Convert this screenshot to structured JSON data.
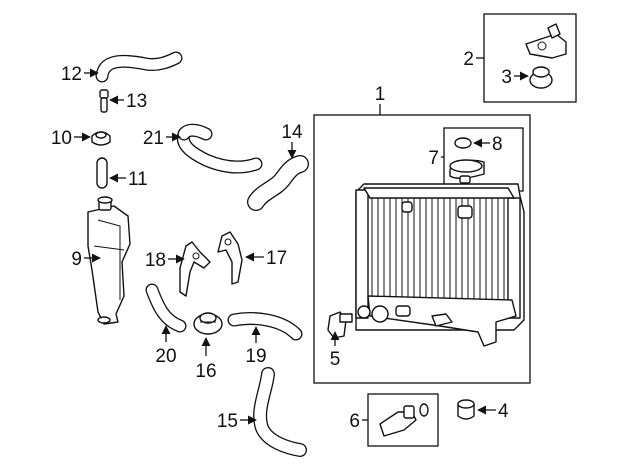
{
  "callouts": [
    {
      "id": "c1",
      "text": "1"
    },
    {
      "id": "c2",
      "text": "2"
    },
    {
      "id": "c3",
      "text": "3"
    },
    {
      "id": "c4",
      "text": "4"
    },
    {
      "id": "c5",
      "text": "5"
    },
    {
      "id": "c6",
      "text": "6"
    },
    {
      "id": "c7",
      "text": "7"
    },
    {
      "id": "c8",
      "text": "8"
    },
    {
      "id": "c9",
      "text": "9"
    },
    {
      "id": "c10",
      "text": "10"
    },
    {
      "id": "c11",
      "text": "11"
    },
    {
      "id": "c12",
      "text": "12"
    },
    {
      "id": "c13",
      "text": "13"
    },
    {
      "id": "c14",
      "text": "14"
    },
    {
      "id": "c15",
      "text": "15"
    },
    {
      "id": "c16",
      "text": "16"
    },
    {
      "id": "c17",
      "text": "17"
    },
    {
      "id": "c18",
      "text": "18"
    },
    {
      "id": "c19",
      "text": "19"
    },
    {
      "id": "c20",
      "text": "20"
    },
    {
      "id": "c21",
      "text": "21"
    }
  ],
  "colors": {
    "ink": "#111111",
    "background": "#ffffff"
  }
}
